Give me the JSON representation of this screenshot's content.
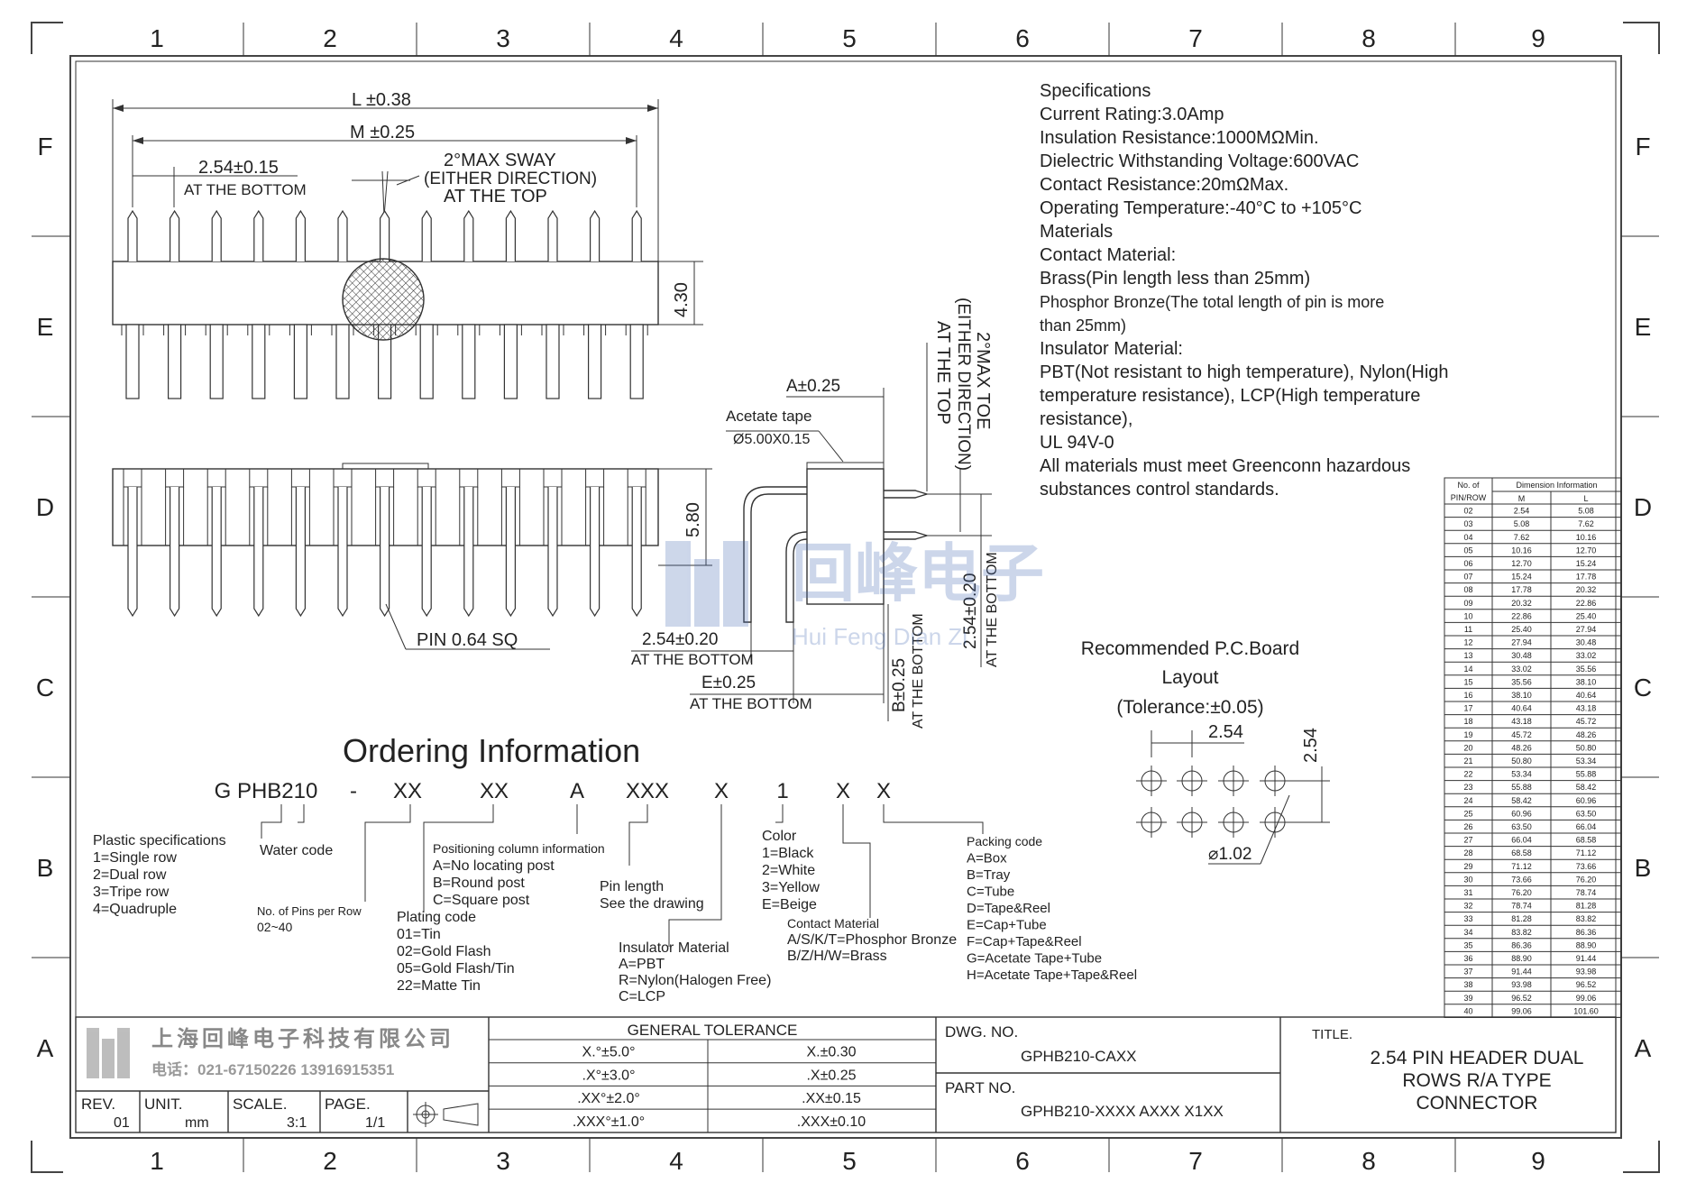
{
  "zones": {
    "columns": [
      "1",
      "2",
      "3",
      "4",
      "5",
      "6",
      "7",
      "8",
      "9"
    ],
    "rows": [
      "F",
      "E",
      "D",
      "C",
      "B",
      "A"
    ]
  },
  "top_view": {
    "dim_L": "L ±0.38",
    "dim_M": "M ±0.25",
    "pitch": "2.54±0.15",
    "pitch_note": "AT THE BOTTOM",
    "sway_1": "2°MAX SWAY",
    "sway_2": "(EITHER DIRECTION)",
    "sway_3": "AT THE TOP",
    "height": "4.30"
  },
  "front_view": {
    "pin": "PIN 0.64 SQ",
    "height": "5.80"
  },
  "side_view": {
    "dim_A": "A±0.25",
    "tape_1": "Acetate tape",
    "tape_2": "Ø5.00X0.15",
    "toe_1": "2°MAX TOE",
    "toe_2": "(EITHER DIRECTION)",
    "toe_3": "AT THE TOP",
    "pitch_h": "2.54±0.20",
    "pitch_h_note": "AT THE BOTTOM",
    "dim_E": "E±0.25",
    "dim_E_note": "AT THE BOTTOM",
    "dim_B": "B±0.25",
    "dim_B_note": "AT THE BOTTOM",
    "pitch_v": "2.54±0.20",
    "pitch_v_note": "AT THE BOTTOM"
  },
  "watermark": {
    "cn": "回峰电子",
    "en": "Hui Feng Dian Zi"
  },
  "specs": [
    "Specifications",
    "Current Rating:3.0Amp",
    "Insulation Resistance:1000MΩMin.",
    "Dielectric Withstanding Voltage:600VAC",
    "Contact Resistance:20mΩMax.",
    "Operating Temperature:-40°C to +105°C",
    "Materials",
    "Contact Material:",
    "Brass(Pin length less than 25mm)",
    "Phosphor Bronze(The total length of pin is more",
    "than 25mm)",
    "Insulator Material:",
    "PBT(Not resistant to high temperature),  Nylon(High",
    "temperature resistance), LCP(High temperature",
    "resistance),",
    "UL 94V-0",
    "All materials must meet Greenconn hazardous",
    "substances control standards."
  ],
  "pcb": {
    "title_1": "Recommended P.C.Board",
    "title_2": "Layout",
    "title_3": "(Tolerance:±0.05)",
    "pitch_h": "2.54",
    "pitch_v": "2.54",
    "hole": "⌀1.02"
  },
  "dim_table": {
    "header_1": "No. of",
    "header_2": "PIN/ROW",
    "header_group": "Dimension Information",
    "col_m": "M",
    "col_l": "L",
    "rows": [
      [
        "02",
        "2.54",
        "5.08"
      ],
      [
        "03",
        "5.08",
        "7.62"
      ],
      [
        "04",
        "7.62",
        "10.16"
      ],
      [
        "05",
        "10.16",
        "12.70"
      ],
      [
        "06",
        "12.70",
        "15.24"
      ],
      [
        "07",
        "15.24",
        "17.78"
      ],
      [
        "08",
        "17.78",
        "20.32"
      ],
      [
        "09",
        "20.32",
        "22.86"
      ],
      [
        "10",
        "22.86",
        "25.40"
      ],
      [
        "11",
        "25.40",
        "27.94"
      ],
      [
        "12",
        "27.94",
        "30.48"
      ],
      [
        "13",
        "30.48",
        "33.02"
      ],
      [
        "14",
        "33.02",
        "35.56"
      ],
      [
        "15",
        "35.56",
        "38.10"
      ],
      [
        "16",
        "38.10",
        "40.64"
      ],
      [
        "17",
        "40.64",
        "43.18"
      ],
      [
        "18",
        "43.18",
        "45.72"
      ],
      [
        "19",
        "45.72",
        "48.26"
      ],
      [
        "20",
        "48.26",
        "50.80"
      ],
      [
        "21",
        "50.80",
        "53.34"
      ],
      [
        "22",
        "53.34",
        "55.88"
      ],
      [
        "23",
        "55.88",
        "58.42"
      ],
      [
        "24",
        "58.42",
        "60.96"
      ],
      [
        "25",
        "60.96",
        "63.50"
      ],
      [
        "26",
        "63.50",
        "66.04"
      ],
      [
        "27",
        "66.04",
        "68.58"
      ],
      [
        "28",
        "68.58",
        "71.12"
      ],
      [
        "29",
        "71.12",
        "73.66"
      ],
      [
        "30",
        "73.66",
        "76.20"
      ],
      [
        "31",
        "76.20",
        "78.74"
      ],
      [
        "32",
        "78.74",
        "81.28"
      ],
      [
        "33",
        "81.28",
        "83.82"
      ],
      [
        "34",
        "83.82",
        "86.36"
      ],
      [
        "35",
        "86.36",
        "88.90"
      ],
      [
        "36",
        "88.90",
        "91.44"
      ],
      [
        "37",
        "91.44",
        "93.98"
      ],
      [
        "38",
        "93.98",
        "96.52"
      ],
      [
        "39",
        "96.52",
        "99.06"
      ],
      [
        "40",
        "99.06",
        "101.60"
      ]
    ]
  },
  "ordering": {
    "title": "Ordering Information",
    "code": [
      "G PHB210",
      "-",
      "XX",
      "XX",
      "A",
      "XXX",
      "X",
      "1",
      "X",
      "X"
    ],
    "plastic": [
      "Plastic specifications",
      "1=Single row",
      "2=Dual row",
      "3=Tripe row",
      "4=Quadruple"
    ],
    "water": "Water code",
    "pins": [
      "No. of Pins per Row",
      "02~40"
    ],
    "plating": [
      "Plating code",
      "01=Tin",
      "02=Gold Flash",
      "05=Gold Flash/Tin",
      "22=Matte Tin"
    ],
    "positioning": [
      "Positioning column information",
      "A=No locating post",
      "B=Round post",
      "C=Square post"
    ],
    "pin_length": [
      "Pin length",
      "See the drawing"
    ],
    "insulator": [
      "Insulator Material",
      "A=PBT",
      "R=Nylon(Halogen Free)",
      "C=LCP"
    ],
    "color": [
      "Color",
      "1=Black",
      "2=White",
      "3=Yellow",
      "E=Beige"
    ],
    "contact": [
      "Contact Material",
      "A/S/K/T=Phosphor Bronze",
      "B/Z/H/W=Brass"
    ],
    "packing": [
      "Packing code",
      "A=Box",
      "B=Tray",
      "C=Tube",
      "D=Tape&Reel",
      "E=Cap+Tube",
      "F=Cap+Tape&Reel",
      "G=Acetate Tape+Tube",
      "H=Acetate Tape+Tape&Reel"
    ]
  },
  "title_block": {
    "company_cn": "上海回峰电子科技有限公司",
    "phone": "电话：021-67150226  13916915351",
    "rev_label": "REV.",
    "rev": "01",
    "unit_label": "UNIT.",
    "unit": "mm",
    "scale_label": "SCALE.",
    "scale": "3:1",
    "page_label": "PAGE.",
    "page": "1/1",
    "tol_title": "GENERAL TOLERANCE",
    "tol": [
      [
        "X.°±5.0°",
        "X.±0.30"
      ],
      [
        ".X°±3.0°",
        ".X±0.25"
      ],
      [
        ".XX°±2.0°",
        ".XX±0.15"
      ],
      [
        ".XXX°±1.0°",
        ".XXX±0.10"
      ]
    ],
    "dwg_label": "DWG. NO.",
    "dwg": "GPHB210-CAXX",
    "part_label": "PART NO.",
    "part": "GPHB210-XXXX AXXX X1XX",
    "title_label": "TITLE.",
    "title": [
      "2.54 PIN HEADER DUAL",
      "ROWS R/A TYPE",
      "CONNECTOR"
    ]
  }
}
